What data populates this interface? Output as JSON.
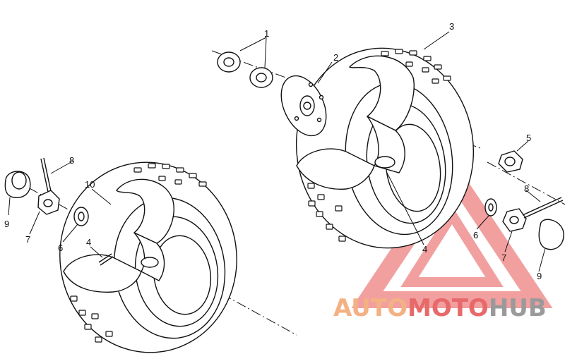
{
  "diagram": {
    "callouts": [
      {
        "id": "c1a",
        "text": "1"
      },
      {
        "id": "c2a",
        "text": "2"
      },
      {
        "id": "c3a",
        "text": "3"
      },
      {
        "id": "c4a",
        "text": "4"
      },
      {
        "id": "c4b",
        "text": "4"
      },
      {
        "id": "c5a",
        "text": "5"
      },
      {
        "id": "c6a",
        "text": "6"
      },
      {
        "id": "c6b",
        "text": "6"
      },
      {
        "id": "c7a",
        "text": "7"
      },
      {
        "id": "c7b",
        "text": "7"
      },
      {
        "id": "c8a",
        "text": "8"
      },
      {
        "id": "c8b",
        "text": "8"
      },
      {
        "id": "c9a",
        "text": "9"
      },
      {
        "id": "c9b",
        "text": "9"
      },
      {
        "id": "c10a",
        "text": "10"
      }
    ]
  },
  "watermark": {
    "part1": "AUTO",
    "part2": "MOTO",
    "part3": "HUB",
    "colors": {
      "auto": "#f4b183",
      "moto": "#e8696a",
      "hub": "#9a9a9a",
      "triangle": "#ef8f8f"
    }
  },
  "colors": {
    "line": "#111111",
    "background": "#ffffff"
  }
}
